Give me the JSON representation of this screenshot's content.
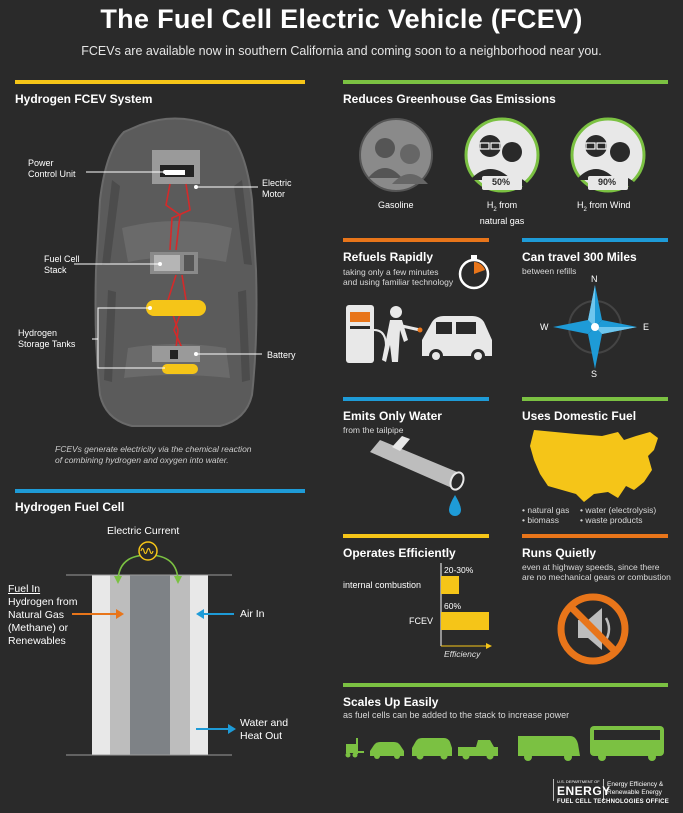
{
  "header": {
    "title": "The Fuel Cell Electric Vehicle (FCEV)",
    "subtitle": "FCEVs are available now in southern California and coming soon to a neighborhood near you."
  },
  "system": {
    "heading": "Hydrogen FCEV System",
    "pcu": [
      "Power",
      "Control Unit"
    ],
    "motor": [
      "Electric",
      "Motor"
    ],
    "stack": [
      "Fuel Cell",
      "Stack"
    ],
    "tanks": [
      "Hydrogen",
      "Storage Tanks"
    ],
    "battery": "Battery",
    "caption": [
      "FCEVs generate electricity via the chemical reaction",
      "of combining hydrogen and oxygen into water."
    ]
  },
  "cell": {
    "heading": "Hydrogen Fuel Cell",
    "current": "Electric Current",
    "fuel_in": "Fuel In",
    "fuel_desc": [
      "Hydrogen from",
      "Natural Gas",
      "(Methane) or",
      "Renewables"
    ],
    "air_in": "Air In",
    "water": [
      "Water and",
      "Heat Out"
    ]
  },
  "ghg": {
    "heading": "Reduces Greenhouse Gas Emissions",
    "gas": "Gasoline",
    "ng_pct": "50%",
    "ng_label": [
      "H",
      "2",
      " from",
      "natural gas"
    ],
    "wind_pct": "90%",
    "wind_label": [
      "H",
      "2",
      " from Wind"
    ]
  },
  "refuel": {
    "heading": "Refuels Rapidly",
    "desc": [
      "taking only a few minutes",
      "and using familiar technology"
    ]
  },
  "travel": {
    "heading": "Can travel 300 Miles",
    "desc": "between refills",
    "n": "N",
    "s": "S",
    "e": "E",
    "w": "W"
  },
  "water": {
    "heading": "Emits Only Water",
    "desc": "from the tailpipe"
  },
  "domestic": {
    "heading": "Uses Domestic Fuel",
    "items": [
      "• natural gas",
      "• biomass",
      "• water (electrolysis)",
      "• waste products"
    ]
  },
  "efficiency": {
    "heading": "Operates Efficiently",
    "ic_label": "internal combustion",
    "ic_pct": "20-30%",
    "fcev_label": "FCEV",
    "fcev_pct": "60%",
    "axis": "Efficiency"
  },
  "chart_data": {
    "type": "bar",
    "categories": [
      "internal combustion",
      "FCEV"
    ],
    "values": [
      [
        20,
        30
      ],
      60
    ],
    "xlabel": "Efficiency"
  },
  "quiet": {
    "heading": "Runs Quietly",
    "desc": [
      "even at highway speeds, since there",
      "are no mechanical gears or combustion"
    ]
  },
  "scales": {
    "heading": "Scales Up Easily",
    "desc": "as fuel cells can be added to the stack to increase power"
  },
  "footer": {
    "dept": "U.S. DEPARTMENT OF",
    "energy": "ENERGY",
    "eere": [
      "Energy Efficiency &",
      "Renewable Energy"
    ],
    "office": "FUEL CELL TECHNOLOGIES OFFICE"
  },
  "colors": {
    "yellow": "#f5c518",
    "green": "#7bc142",
    "blue": "#1e9bd7",
    "orange": "#e8751a"
  }
}
